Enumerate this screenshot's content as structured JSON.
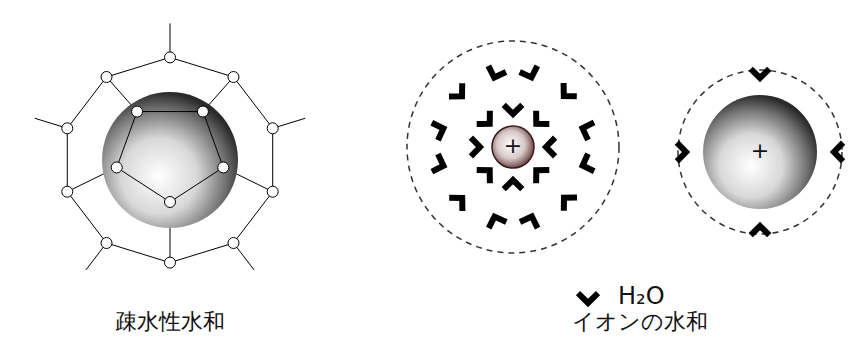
{
  "diagram": {
    "labels": [
      "疎水性水和",
      "イオンの水和",
      "+",
      "+"
    ],
    "legend": [
      {
        "text": "H₂O"
      }
    ]
  }
}
